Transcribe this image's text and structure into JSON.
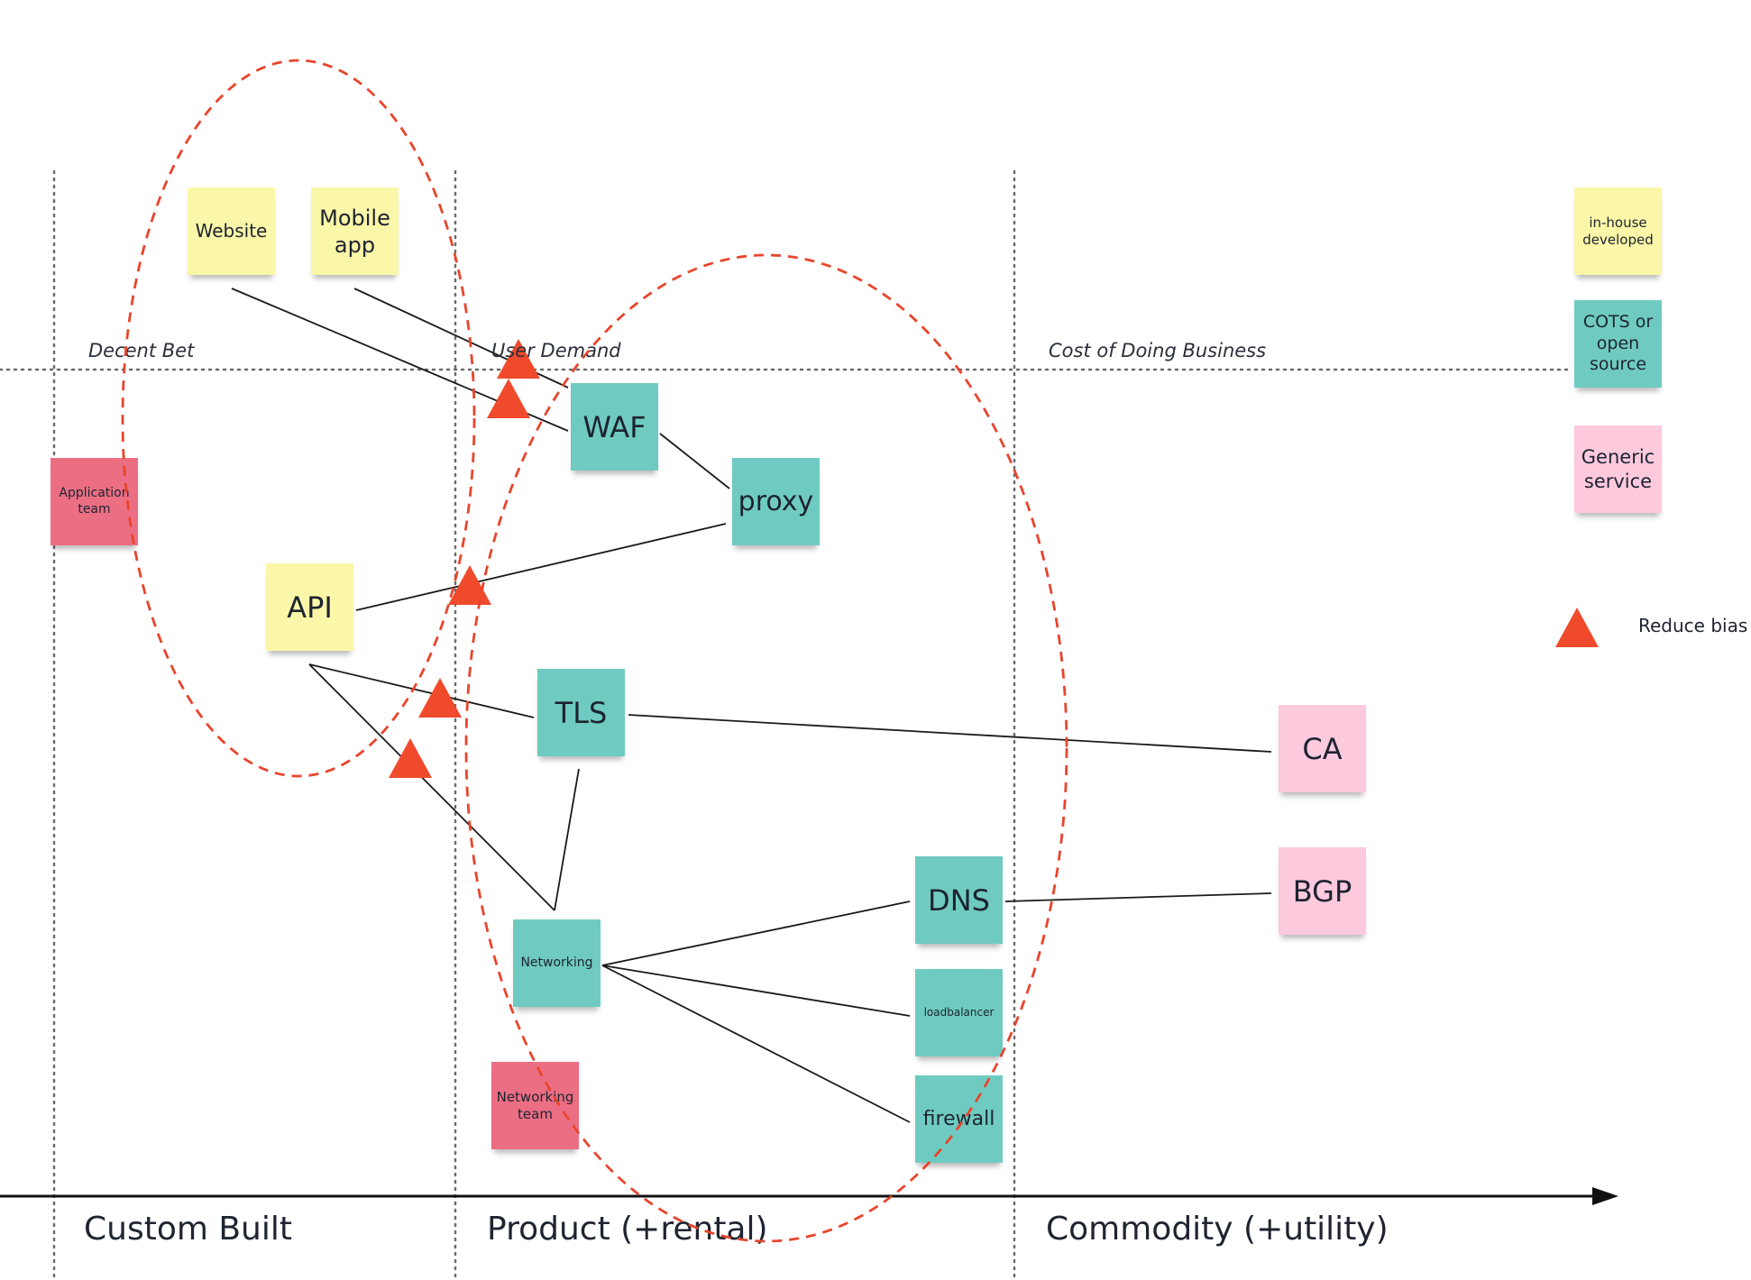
{
  "regions": {
    "decent_bet": "Decent Bet",
    "user_demand": "User Demand",
    "cost_of_doing_business": "Cost of Doing Business"
  },
  "axis": {
    "custom_built": "Custom Built",
    "product": "Product (+rental)",
    "commodity": "Commodity (+utility)"
  },
  "nodes": {
    "website": "Website",
    "mobile_app": "Mobile app",
    "application_team": "Application team",
    "api": "API",
    "waf": "WAF",
    "proxy": "proxy",
    "tls": "TLS",
    "networking": "Networking",
    "networking_team": "Networking team",
    "dns": "DNS",
    "loadbalancer": "loadbalancer",
    "firewall": "firewall",
    "ca": "CA",
    "bgp": "BGP"
  },
  "legend": {
    "in_house": "in-house developed",
    "cots": "COTS or open source",
    "generic": "Generic service",
    "reduce_bias": "Reduce bias"
  },
  "colors": {
    "in_house": "#fbf7a8",
    "cots": "#6fcbc1",
    "generic": "#fcc9dd",
    "team": "#ec6e83",
    "bias_marker": "#f04a2c",
    "ellipse": "#e8452c"
  }
}
